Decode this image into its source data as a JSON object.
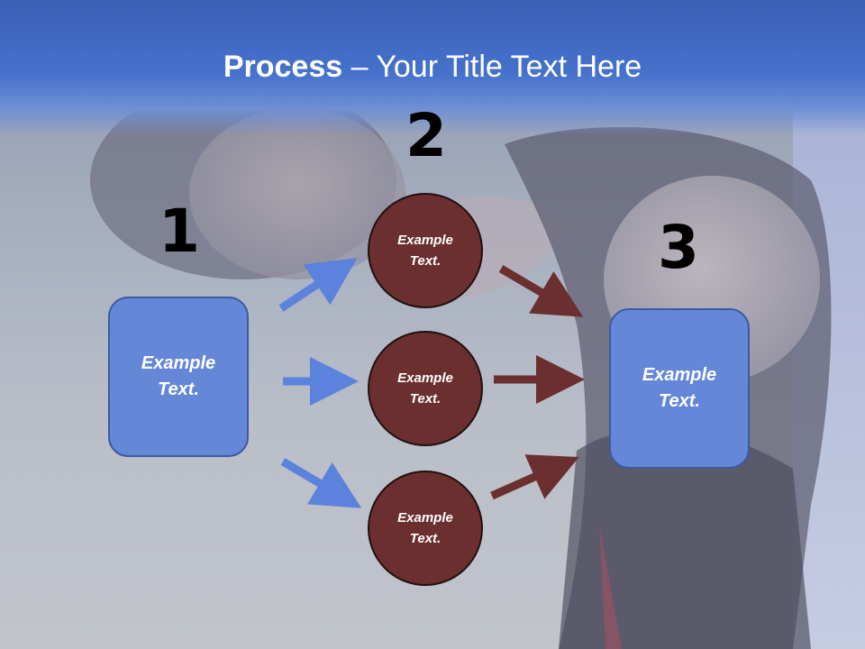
{
  "title": {
    "bold_part": "Process",
    "rest_part": " – Your Title Text Here"
  },
  "steps": [
    {
      "number": "1",
      "label": "Example\nText."
    },
    {
      "number": "2",
      "items": [
        "Example\nText.",
        "Example\nText.",
        "Example\nText."
      ]
    },
    {
      "number": "3",
      "label": "Example\nText."
    }
  ],
  "colors": {
    "title_band": "#4672cc",
    "box_fill": "#6487d8",
    "circle_fill": "#6b2f2f",
    "blue_arrow": "#5b82dc",
    "brown_arrow": "#6b2f2f"
  },
  "background": "photo of two women whispering"
}
